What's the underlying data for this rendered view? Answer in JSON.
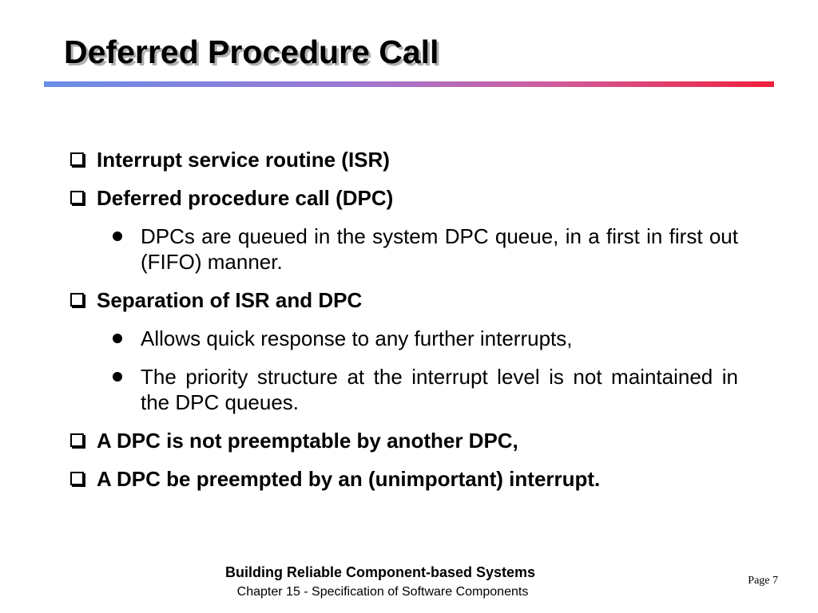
{
  "slide": {
    "title": "Deferred Procedure Call",
    "items": [
      {
        "text": "Interrupt service routine (ISR)"
      },
      {
        "text": "Deferred procedure call (DPC)"
      },
      {
        "text": "DPCs are queued in the system DPC queue, in a first in first out (FIFO) manner."
      },
      {
        "text": "Separation of ISR and DPC"
      },
      {
        "text": "Allows quick response to any further interrupts,"
      },
      {
        "text": "The priority structure at the interrupt level is not maintained in the DPC queues."
      },
      {
        "text": "A DPC is not preemptable by another DPC,"
      },
      {
        "text": "A DPC be preempted by an (unimportant) interrupt."
      }
    ]
  },
  "footer": {
    "book_title": "Building Reliable Component-based Systems",
    "chapter": "Chapter 15 - Specification of Software Components",
    "page": "Page 7"
  },
  "icons": {
    "level1_bullet": "hollow-square-bullet-icon",
    "level2_bullet": "filled-circle-bullet-icon"
  },
  "colors": {
    "rule_gradient_start": "#6a8ee6",
    "rule_gradient_end": "#f0203c"
  }
}
